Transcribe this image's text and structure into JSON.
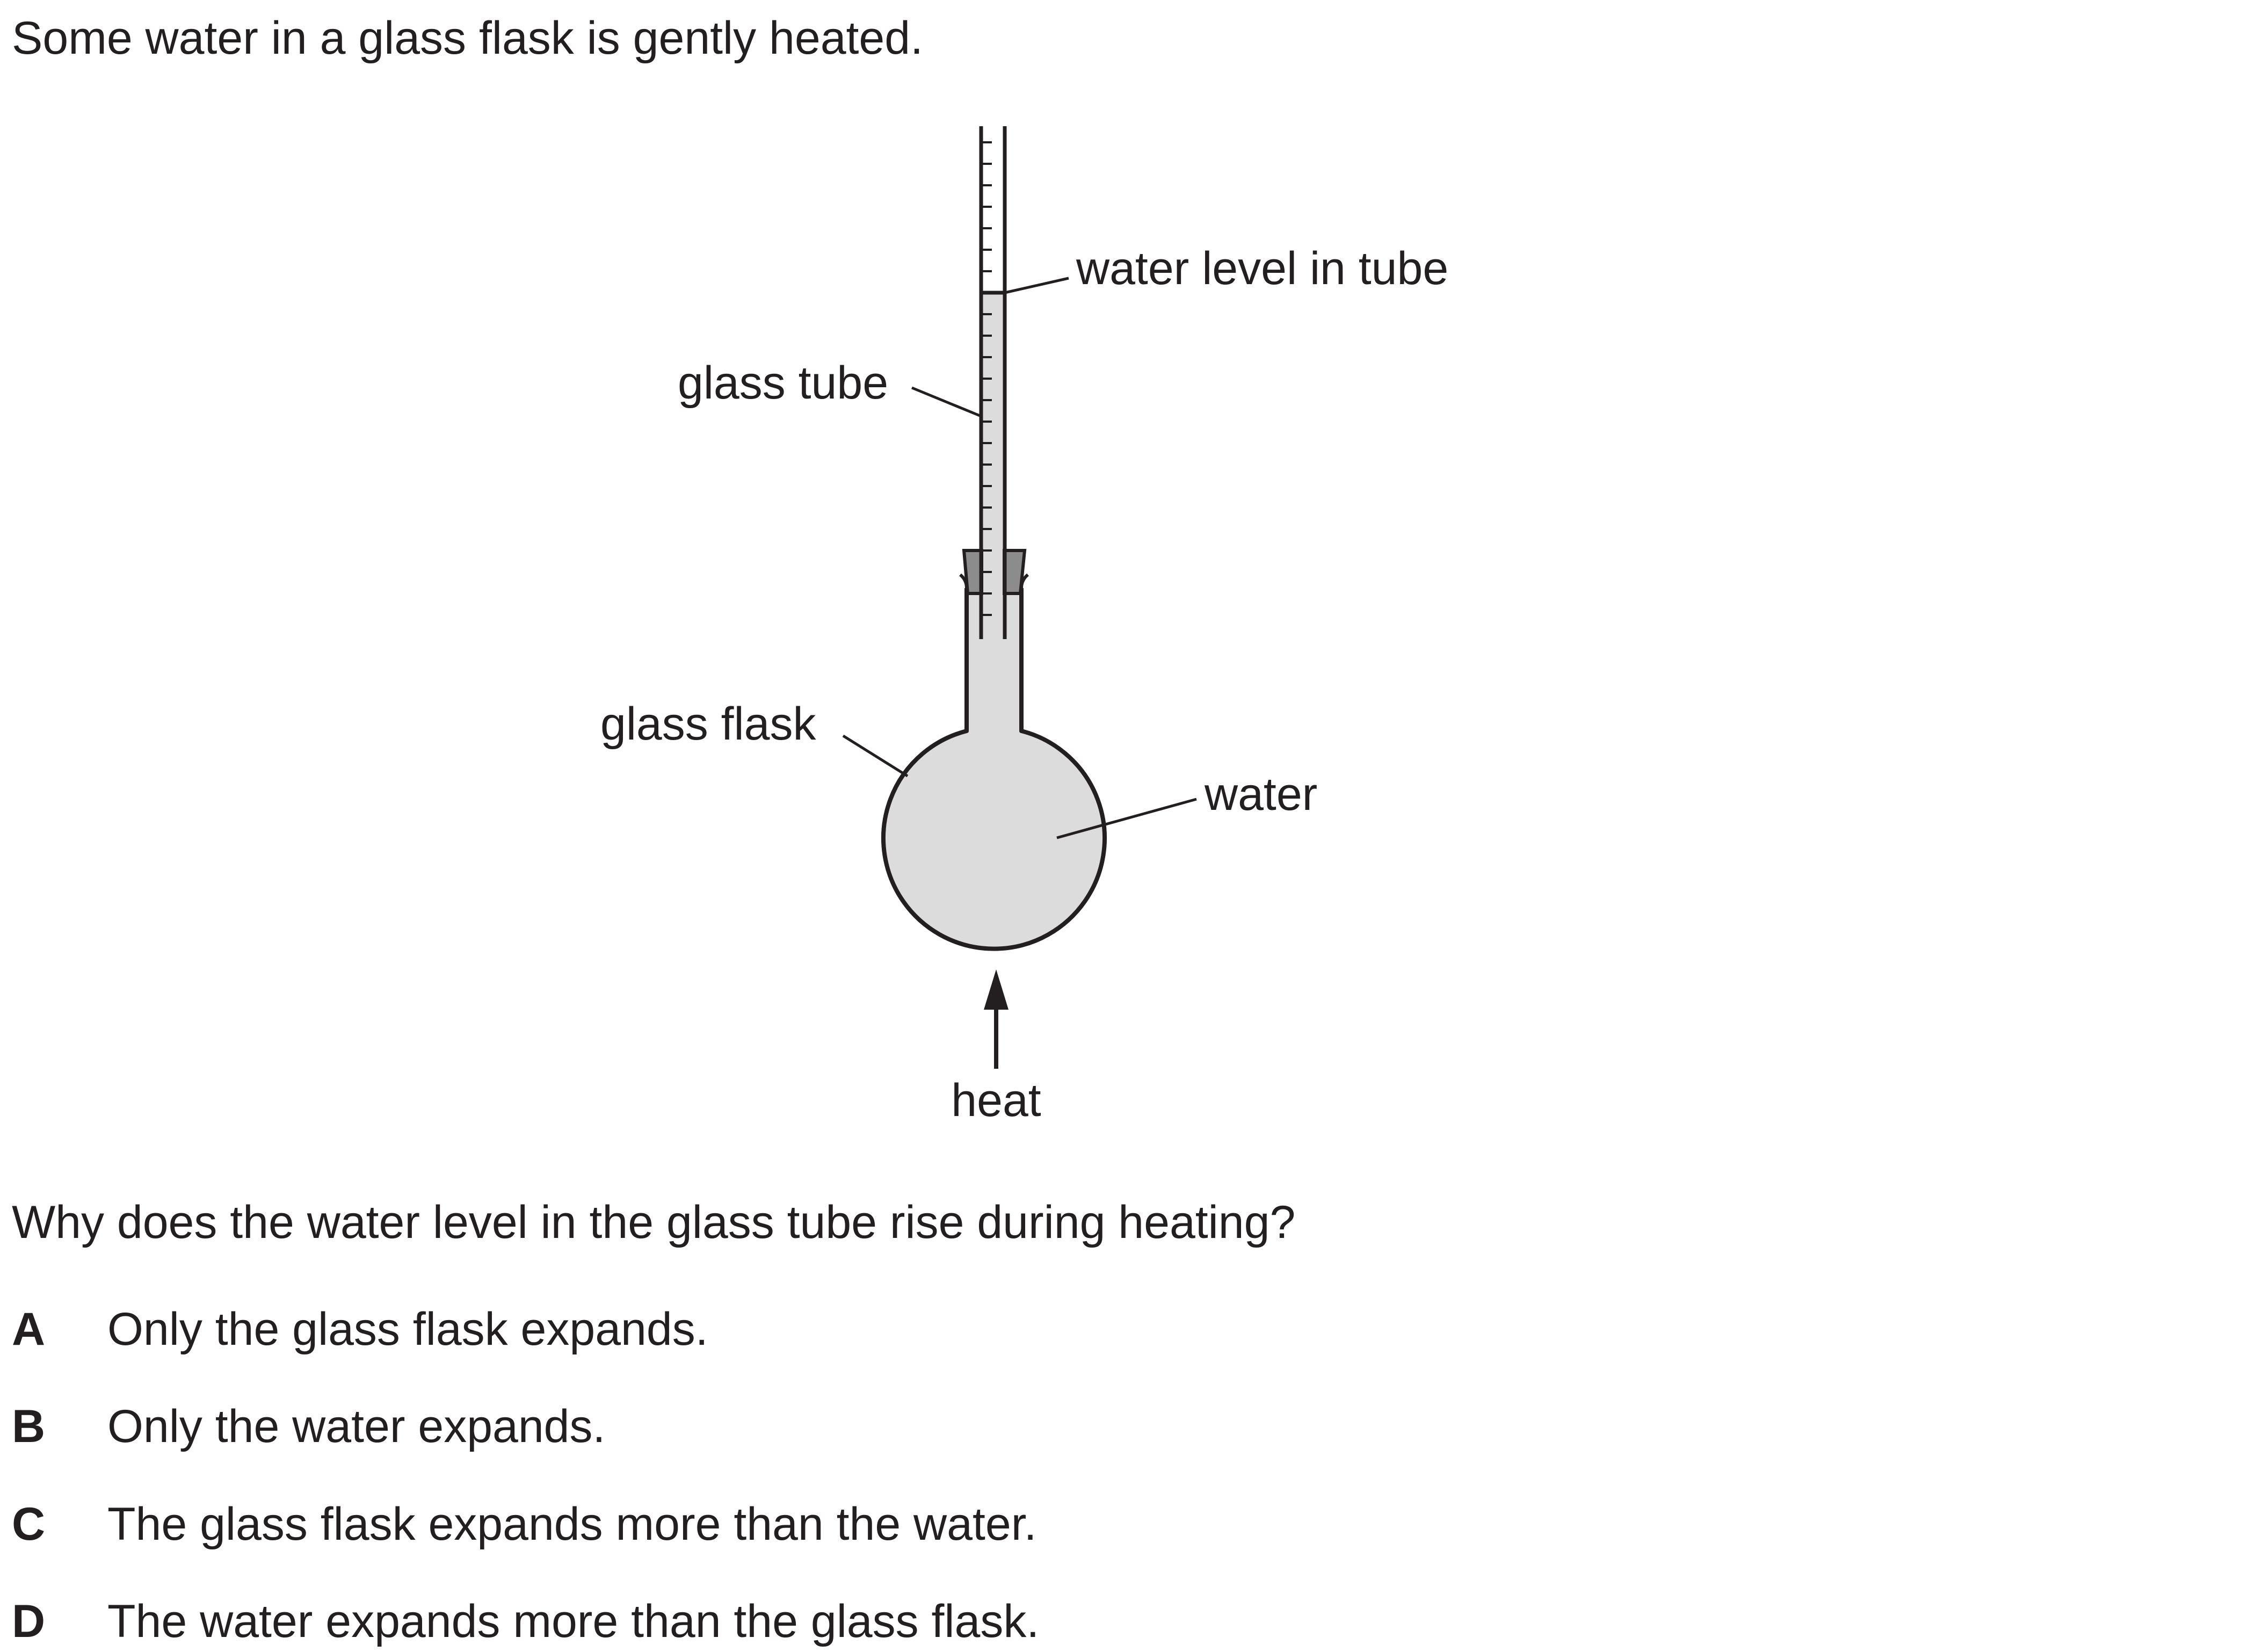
{
  "intro": "Some water in a glass flask is gently heated.",
  "diagram": {
    "labels": {
      "water_level": "water level in tube",
      "glass_tube": "glass tube",
      "glass_flask": "glass flask",
      "water": "water",
      "heat": "heat"
    },
    "colors": {
      "water_fill": "#dcdcdc",
      "stopper_fill": "#8c8c8c",
      "stroke": "#231f20"
    }
  },
  "question": "Why does the water level in the glass tube rise during heating?",
  "options": [
    {
      "letter": "A",
      "text": "Only the glass flask expands."
    },
    {
      "letter": "B",
      "text": "Only the water expands."
    },
    {
      "letter": "C",
      "text": "The glass flask expands more than the water."
    },
    {
      "letter": "D",
      "text": "The water expands more than the glass flask."
    }
  ]
}
